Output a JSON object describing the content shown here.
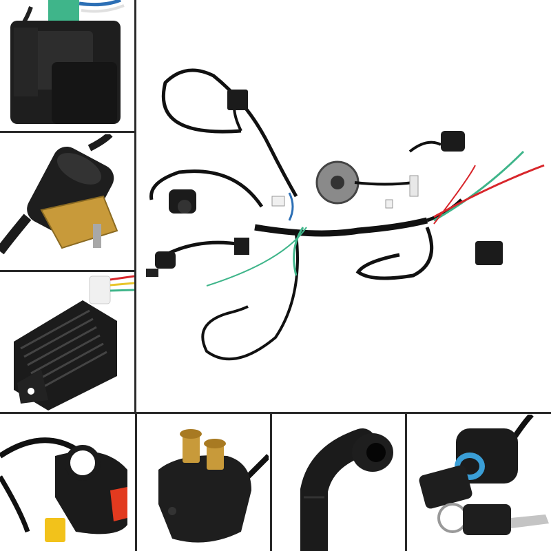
{
  "image": {
    "background": "#ffffff",
    "divider_color": "#2a2a2a",
    "panels": [
      {
        "id": "cdi-box",
        "icon": "cdi-unit-icon"
      },
      {
        "id": "ignition-coil",
        "icon": "ignition-coil-icon"
      },
      {
        "id": "voltage-regulator",
        "icon": "regulator-rectifier-icon"
      },
      {
        "id": "wiring-harness",
        "icon": "wiring-harness-icon"
      },
      {
        "id": "handlebar-switch",
        "icon": "kill-switch-icon"
      },
      {
        "id": "starter-relay",
        "icon": "starter-solenoid-icon"
      },
      {
        "id": "spark-plug-cap",
        "icon": "spark-plug-cap-icon"
      },
      {
        "id": "ignition-key-switch",
        "icon": "key-switch-icon"
      }
    ],
    "colors": {
      "rubber": "#1b1b1b",
      "wire_green": "#3fb58a",
      "wire_red": "#d8262b",
      "wire_yellow": "#e8c52a",
      "brass": "#c89a3a",
      "button_red": "#e23a1f",
      "button_yellow": "#f2c21b",
      "ring_blue": "#3a9ed6"
    }
  }
}
